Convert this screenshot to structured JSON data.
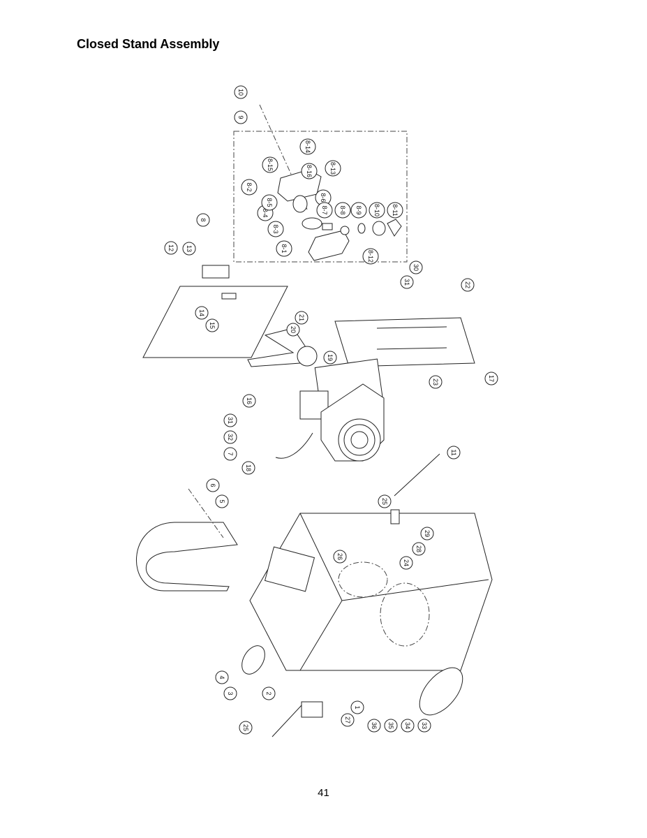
{
  "title": "Closed Stand Assembly",
  "page_number": "41",
  "callouts": [
    "10",
    "9",
    "8",
    "8-1",
    "8-2",
    "8-3",
    "8-4",
    "8-5",
    "8-6",
    "8-7",
    "8-8",
    "8-9",
    "8-10",
    "8-11",
    "8-12",
    "8-13",
    "8-14",
    "8-15",
    "8-16",
    "12",
    "13",
    "14",
    "15",
    "21",
    "20",
    "19",
    "30",
    "31",
    "22",
    "23",
    "17",
    "16",
    "31",
    "32",
    "7",
    "18",
    "11",
    "6",
    "5",
    "25",
    "26",
    "24",
    "28",
    "29",
    "1",
    "2",
    "3",
    "4",
    "27",
    "25",
    "36",
    "35",
    "34",
    "33"
  ]
}
